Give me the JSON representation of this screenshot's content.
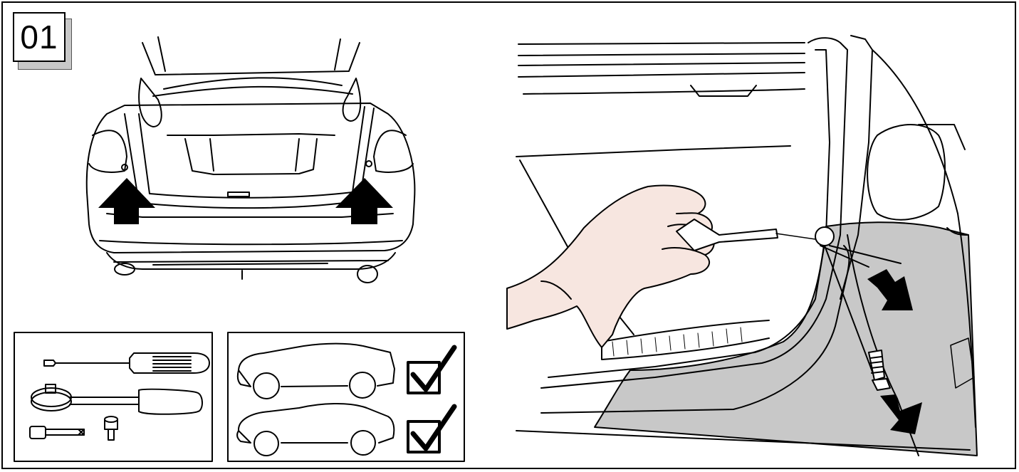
{
  "step": {
    "number": "01"
  },
  "tools": [
    {
      "name": "screwdriver",
      "icon": "screwdriver-icon"
    },
    {
      "name": "ratchet",
      "icon": "ratchet-icon"
    },
    {
      "name": "extension",
      "icon": "extension-bar-icon"
    },
    {
      "name": "socket",
      "icon": "socket-icon"
    }
  ],
  "vehicles": [
    {
      "body": "hatchback",
      "icon": "hatchback-car-icon",
      "checked": true
    },
    {
      "body": "sedan",
      "icon": "sedan-car-icon",
      "checked": true
    }
  ],
  "colors": {
    "line": "#000000",
    "panel_gray": "#c8c8c8",
    "skin": "#f7e6e0"
  }
}
